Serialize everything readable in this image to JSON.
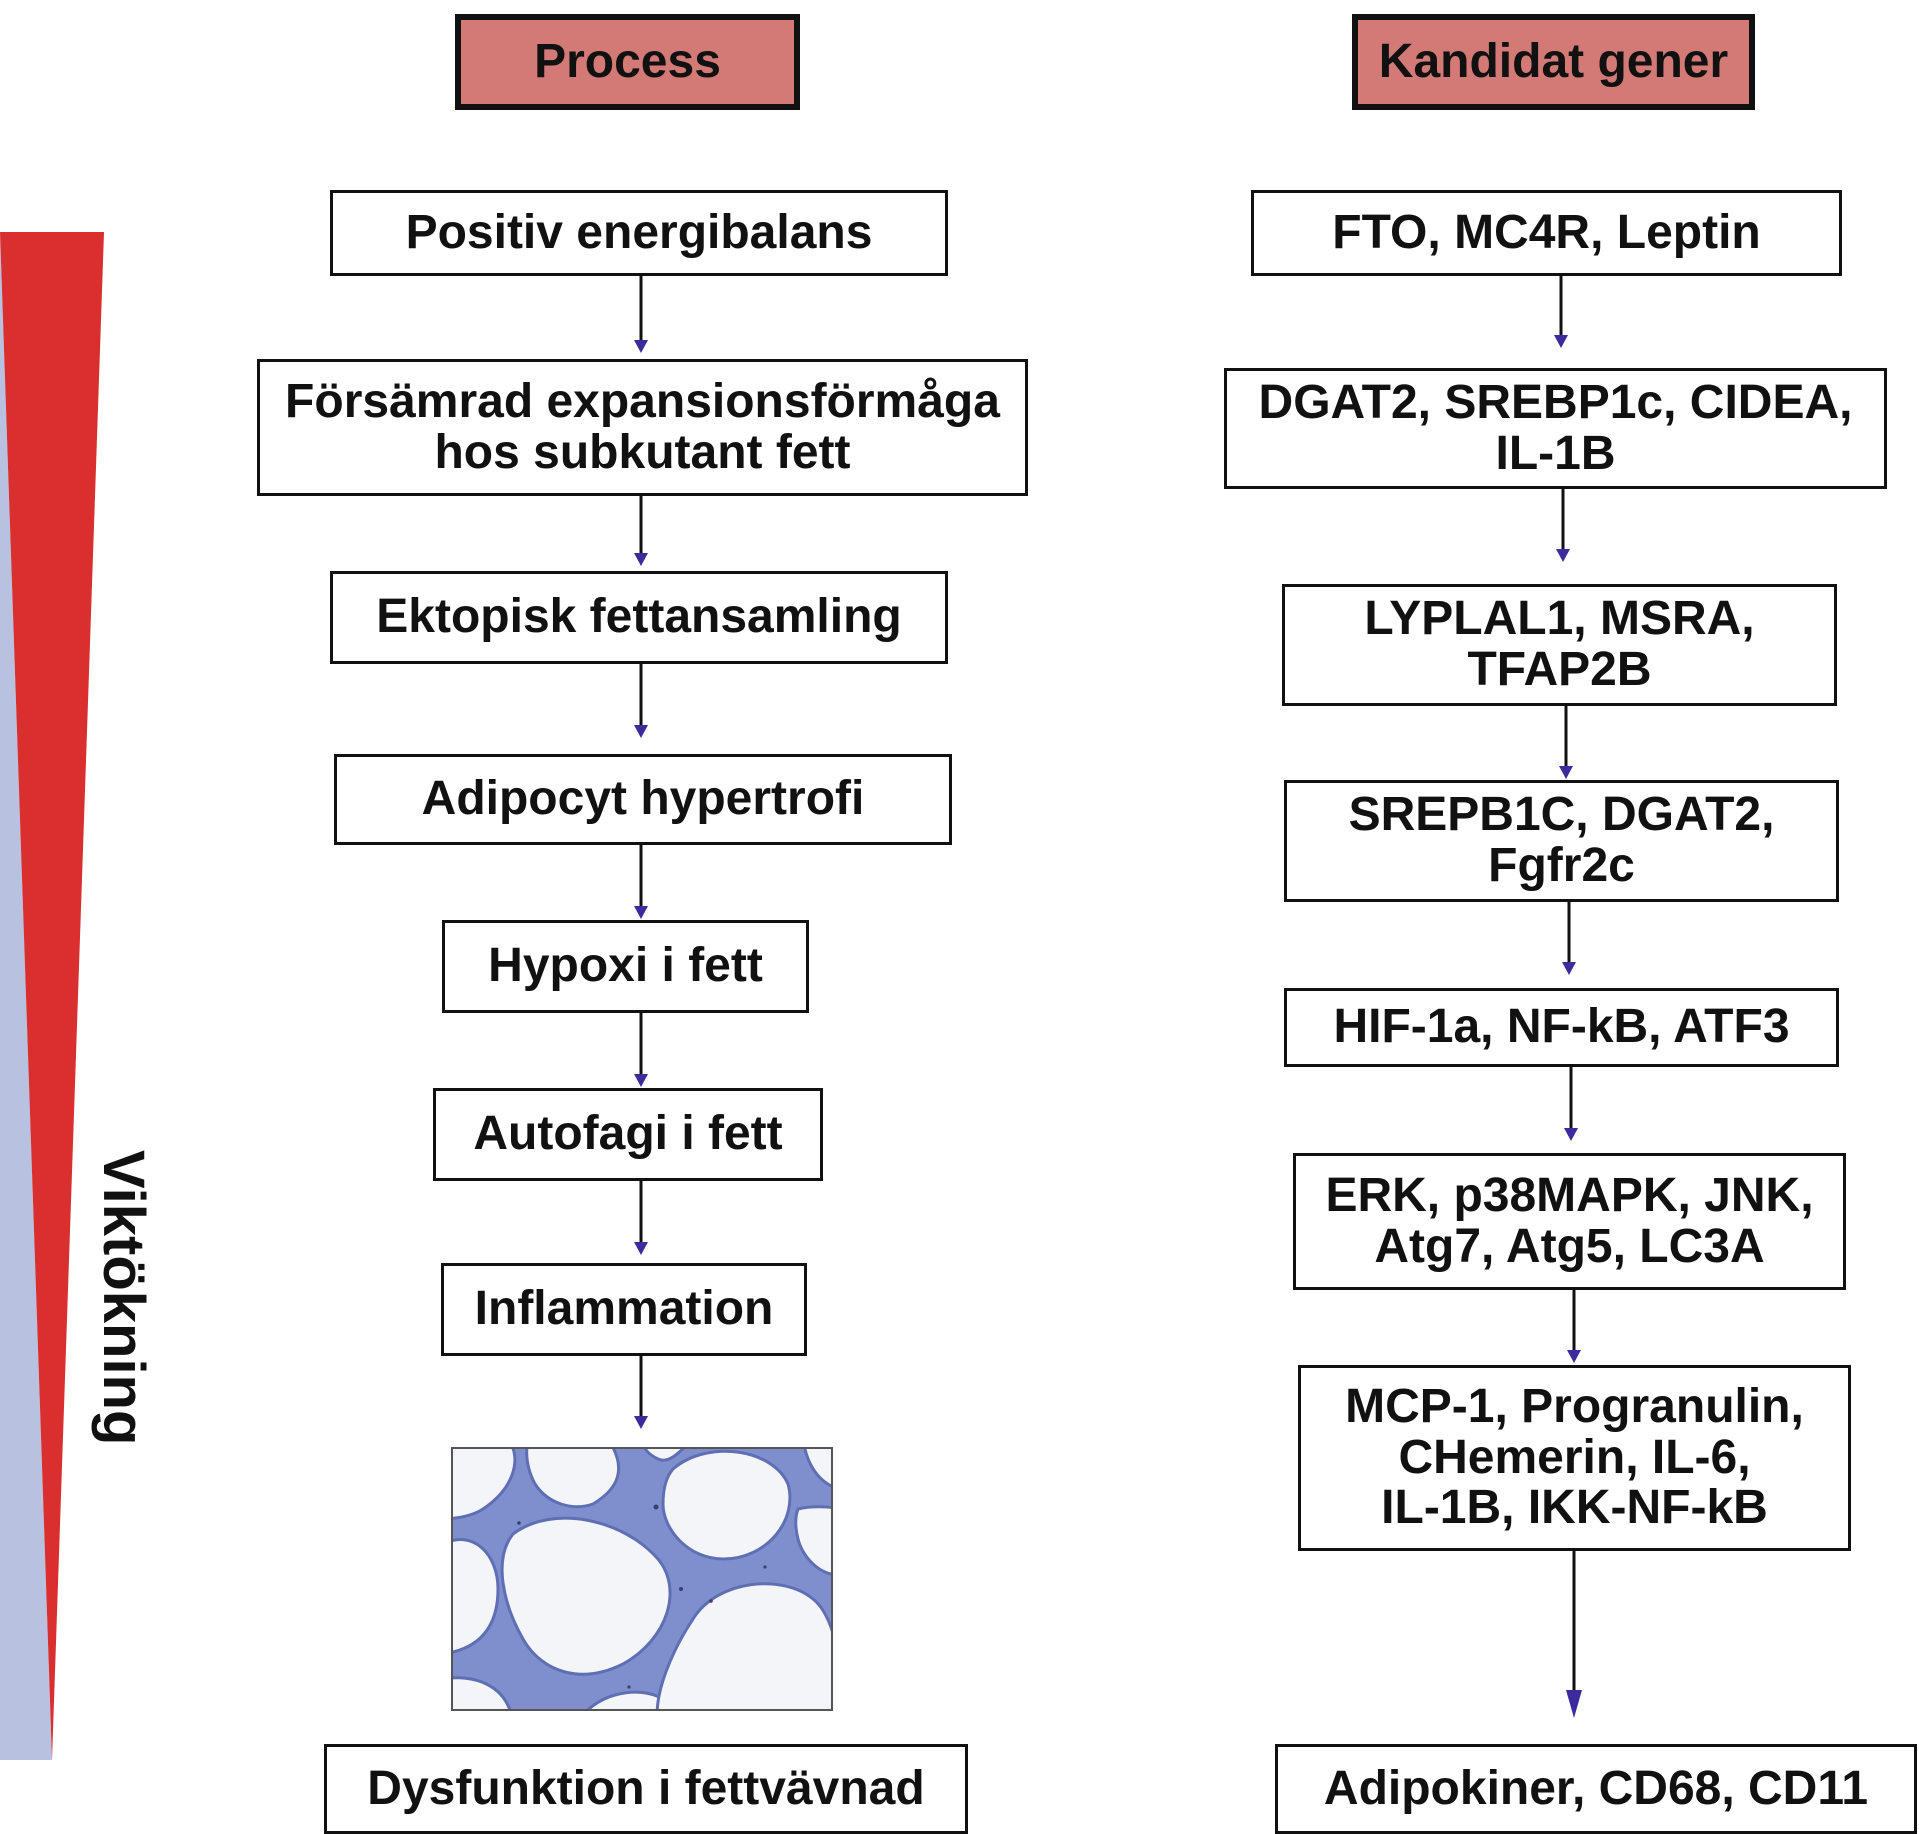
{
  "colors": {
    "header_fill": "#d37a77",
    "wedge_red": "#d9302f",
    "wedge_blue": "#b8c1df",
    "arrow": "#3b2b9c",
    "tissue": "#7f8fce"
  },
  "gradient_label": "Viktökning",
  "process": {
    "header": "Process",
    "steps": [
      "Positiv energibalans",
      "Försämrad expansionsförmåga\nhos subkutant fett",
      "Ektopisk fettansamling",
      "Adipocyt hypertrofi",
      "Hypoxi i fett",
      "Autofagi i fett",
      "Inflammation"
    ],
    "image": "adipose-tissue-micrograph",
    "final": "Dysfunktion i fettvävnad"
  },
  "genes": {
    "header": "Kandidat gener",
    "items": [
      "FTO, MC4R, Leptin",
      "DGAT2, SREBP1c, CIDEA,\nIL-1B",
      "LYPLAL1, MSRA,\nTFAP2B",
      "SREPB1C, DGAT2,\nFgfr2c",
      "HIF-1a, NF-kB, ATF3",
      "ERK, p38MAPK, JNK,\nAtg7, Atg5, LC3A",
      "MCP-1, Progranulin,\nCHemerin, IL-6,\nIL-1B, IKK-NF-kB",
      "Adipokiner, CD68, CD11"
    ]
  }
}
